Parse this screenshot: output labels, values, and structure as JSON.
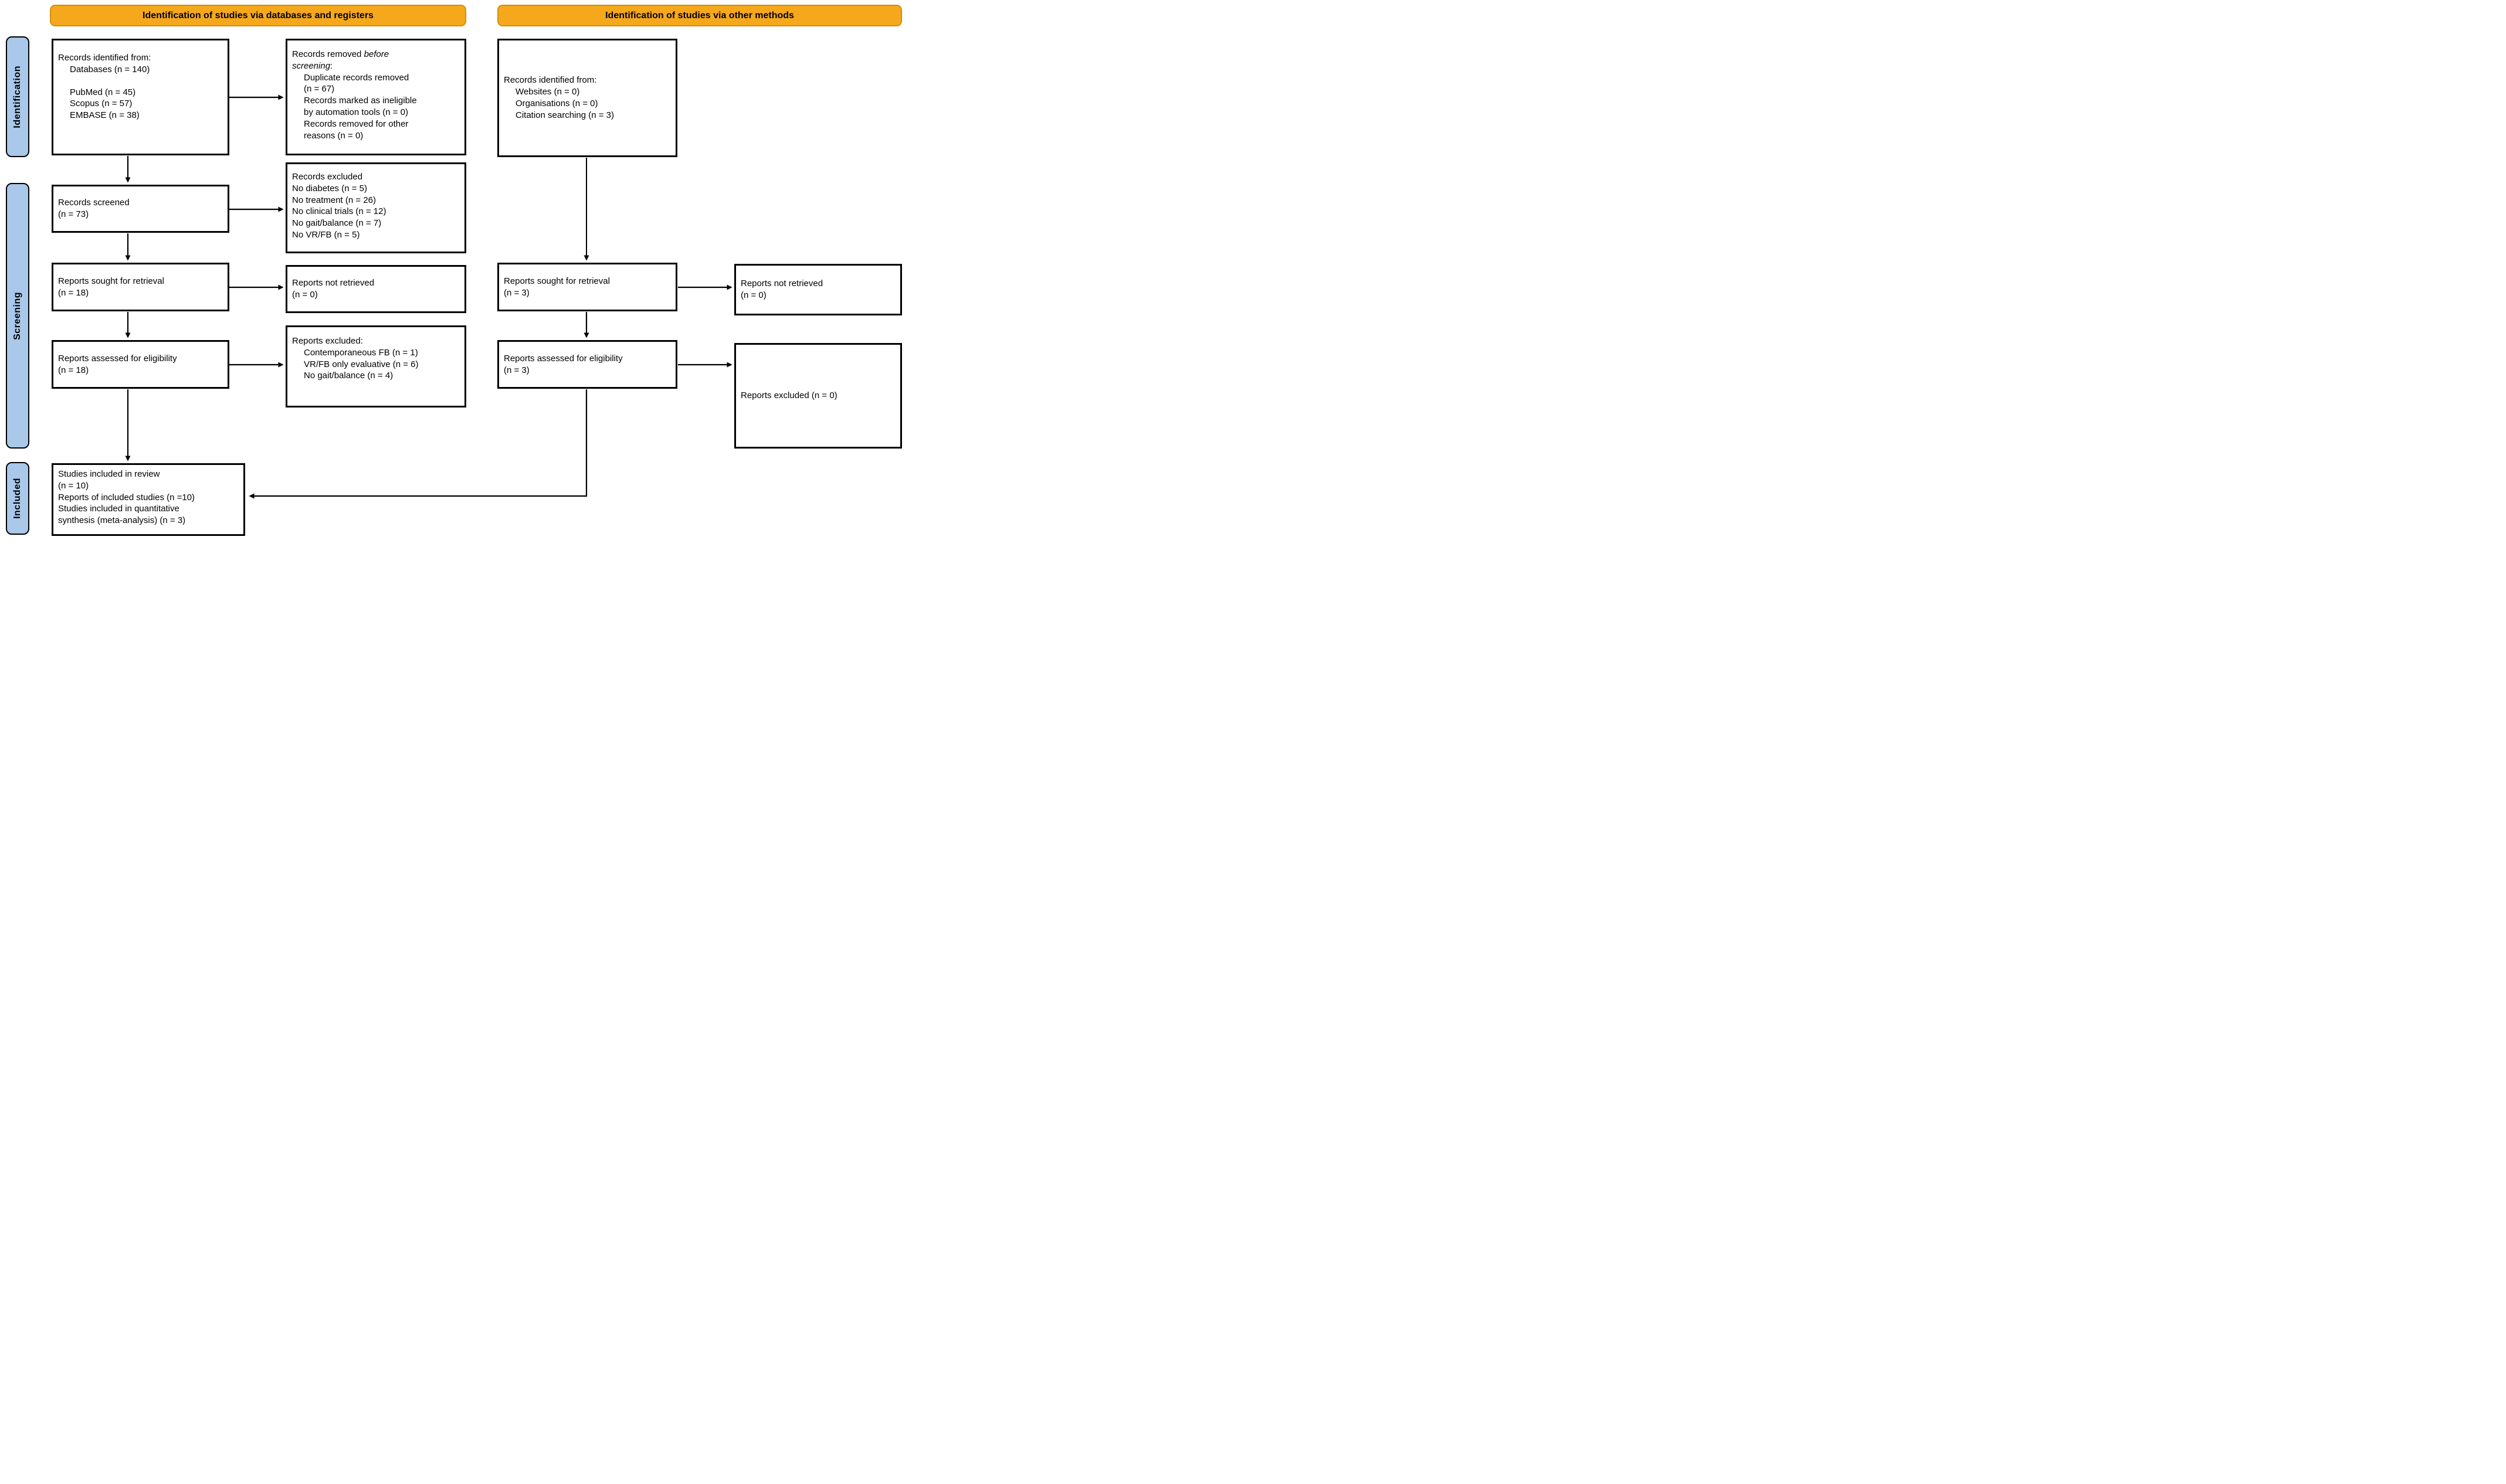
{
  "banners": {
    "databases": "Identification of studies via databases and registers",
    "other": "Identification of studies via other methods"
  },
  "sidebar": {
    "identification": "Identification",
    "screening": "Screening",
    "included": "Included"
  },
  "db": {
    "identified": {
      "title": "Records identified from:",
      "items": [
        "Databases (n = 140)",
        "",
        "PubMed (n = 45)",
        "Scopus (n = 57)",
        "EMBASE (n = 38)"
      ]
    },
    "removed": {
      "l1p": "Records removed ",
      "l1i": "before",
      "l2i": "screening",
      "l2s": ":",
      "items": [
        "Duplicate records removed",
        "(n = 67)",
        "Records marked as ineligible",
        "by automation tools (n = 0)",
        "Records removed for other",
        "reasons (n = 0)"
      ]
    },
    "screened": {
      "l1": "Records screened",
      "l2": "(n = 73)"
    },
    "excluded": {
      "lines": [
        "Records excluded",
        "No diabetes (n = 5)",
        "No treatment (n = 26)",
        "No clinical trials (n = 12)",
        "No gait/balance (n = 7)",
        "No VR/FB (n = 5)"
      ]
    },
    "sought": {
      "l1": "Reports sought for retrieval",
      "l2": "(n = 18)"
    },
    "notRetrieved": {
      "l1": "Reports not retrieved",
      "l2": "(n = 0)"
    },
    "assessed": {
      "l1": "Reports assessed for eligibility",
      "l2": "(n = 18)"
    },
    "reportsExcluded": {
      "title": "Reports excluded:",
      "items": [
        "Contemporaneous FB (n = 1)",
        "VR/FB only evaluative (n = 6)",
        "No gait/balance (n = 4)"
      ]
    }
  },
  "other": {
    "identified": {
      "title": "Records identified from:",
      "items": [
        "Websites (n = 0)",
        "Organisations (n = 0)",
        "Citation searching (n = 3)"
      ]
    },
    "sought": {
      "l1": "Reports sought for retrieval",
      "l2": "(n = 3)"
    },
    "notRetrieved": {
      "l1": "Reports not retrieved",
      "l2": "(n = 0)"
    },
    "assessed": {
      "l1": "Reports assessed for eligibility",
      "l2": "(n = 3)"
    },
    "excluded": "Reports excluded (n = 0)"
  },
  "included": {
    "lines": [
      "Studies included in review",
      "(n = 10)",
      "Reports of included studies (n =10)",
      "Studies included in quantitative",
      "synthesis (meta-analysis) (n = 3)"
    ]
  },
  "colors": {
    "banner": "#F6A81C",
    "banner-border": "#CE8F10",
    "sidebar": "#A9C8EA"
  }
}
